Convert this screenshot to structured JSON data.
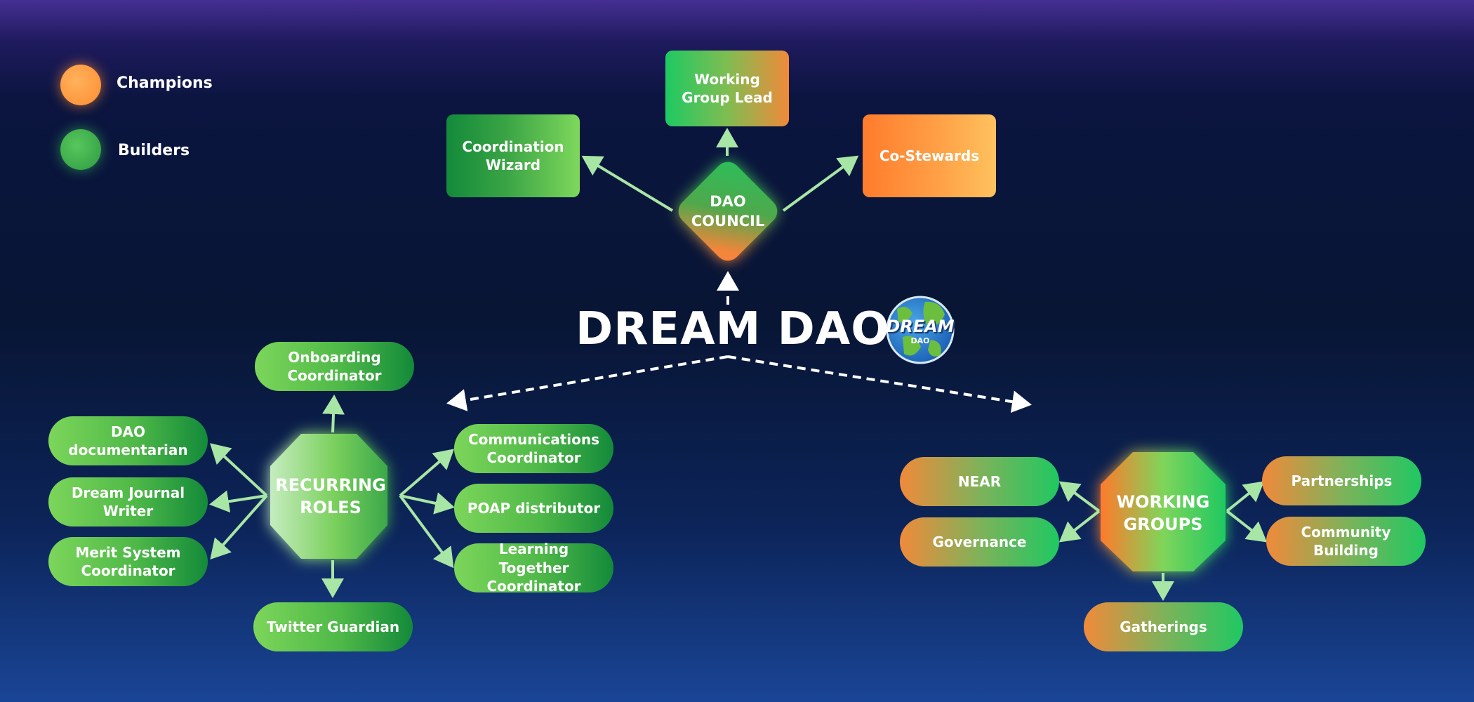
{
  "legend": [
    {
      "label": "Champions",
      "color": "#ffa04a"
    },
    {
      "label": "Builders",
      "color": "#3fae4c"
    }
  ],
  "title": "DREAM DAO",
  "logo": {
    "text_main": "DREAM",
    "text_sub": "DAO"
  },
  "dao_council": {
    "label": "DAO\nCOUNCIL",
    "roles": {
      "coordination_wizard": "Coordination\nWizard",
      "working_group_lead": "Working\nGroup Lead",
      "co_stewards": "Co-Stewards"
    }
  },
  "recurring_roles": {
    "label": "RECURRING\nROLES",
    "items": {
      "onboarding": "Onboarding\nCoordinator",
      "dao_documentarian": "DAO\ndocumentarian",
      "dream_journal": "Dream Journal\nWriter",
      "merit_system": "Merit System\nCoordinator",
      "twitter_guardian": "Twitter Guardian",
      "communications": "Communications\nCoordinator",
      "poap": "POAP distributor",
      "learning_together": "Learning Together\nCoordinator"
    }
  },
  "working_groups": {
    "label": "WORKING\nGROUPS",
    "items": {
      "near": "NEAR",
      "governance": "Governance",
      "partnerships": "Partnerships",
      "community_building": "Community\nBuilding",
      "gatherings": "Gatherings"
    }
  }
}
